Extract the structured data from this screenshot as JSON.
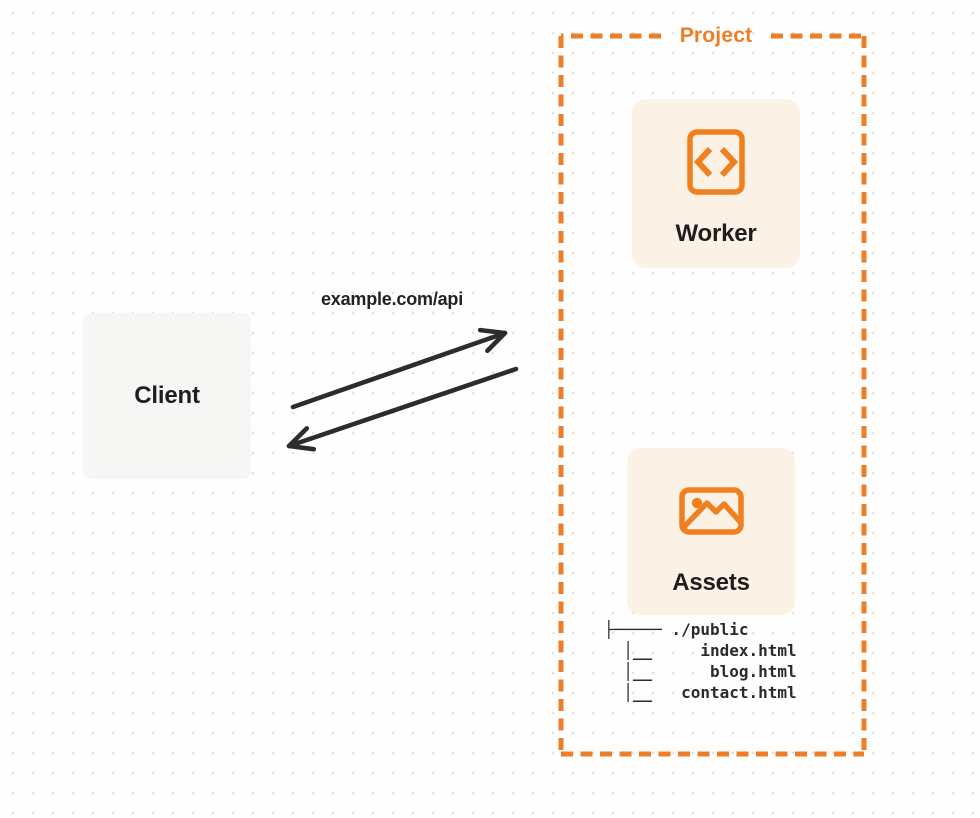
{
  "colors": {
    "accent_orange": "#ED7D26",
    "icon_orange": "#F0801F",
    "card_background": "#FCF1E5",
    "client_background": "#F6F6F5",
    "arrow": "#2C2C2C",
    "heading_text": "#1E1E1E",
    "tree_text": "#2B2B2B",
    "background_dot": "#E3E3E3"
  },
  "client": {
    "label": "Client"
  },
  "request": {
    "label": "example.com/api"
  },
  "project": {
    "label": "Project"
  },
  "worker": {
    "label": "Worker",
    "icon": "code-file-icon"
  },
  "assets": {
    "label": "Assets",
    "icon": "image-icon"
  },
  "file_tree": {
    "text": "├───── ./public\n  │__     index.html\n  │__      blog.html\n  │__   contact.html"
  }
}
